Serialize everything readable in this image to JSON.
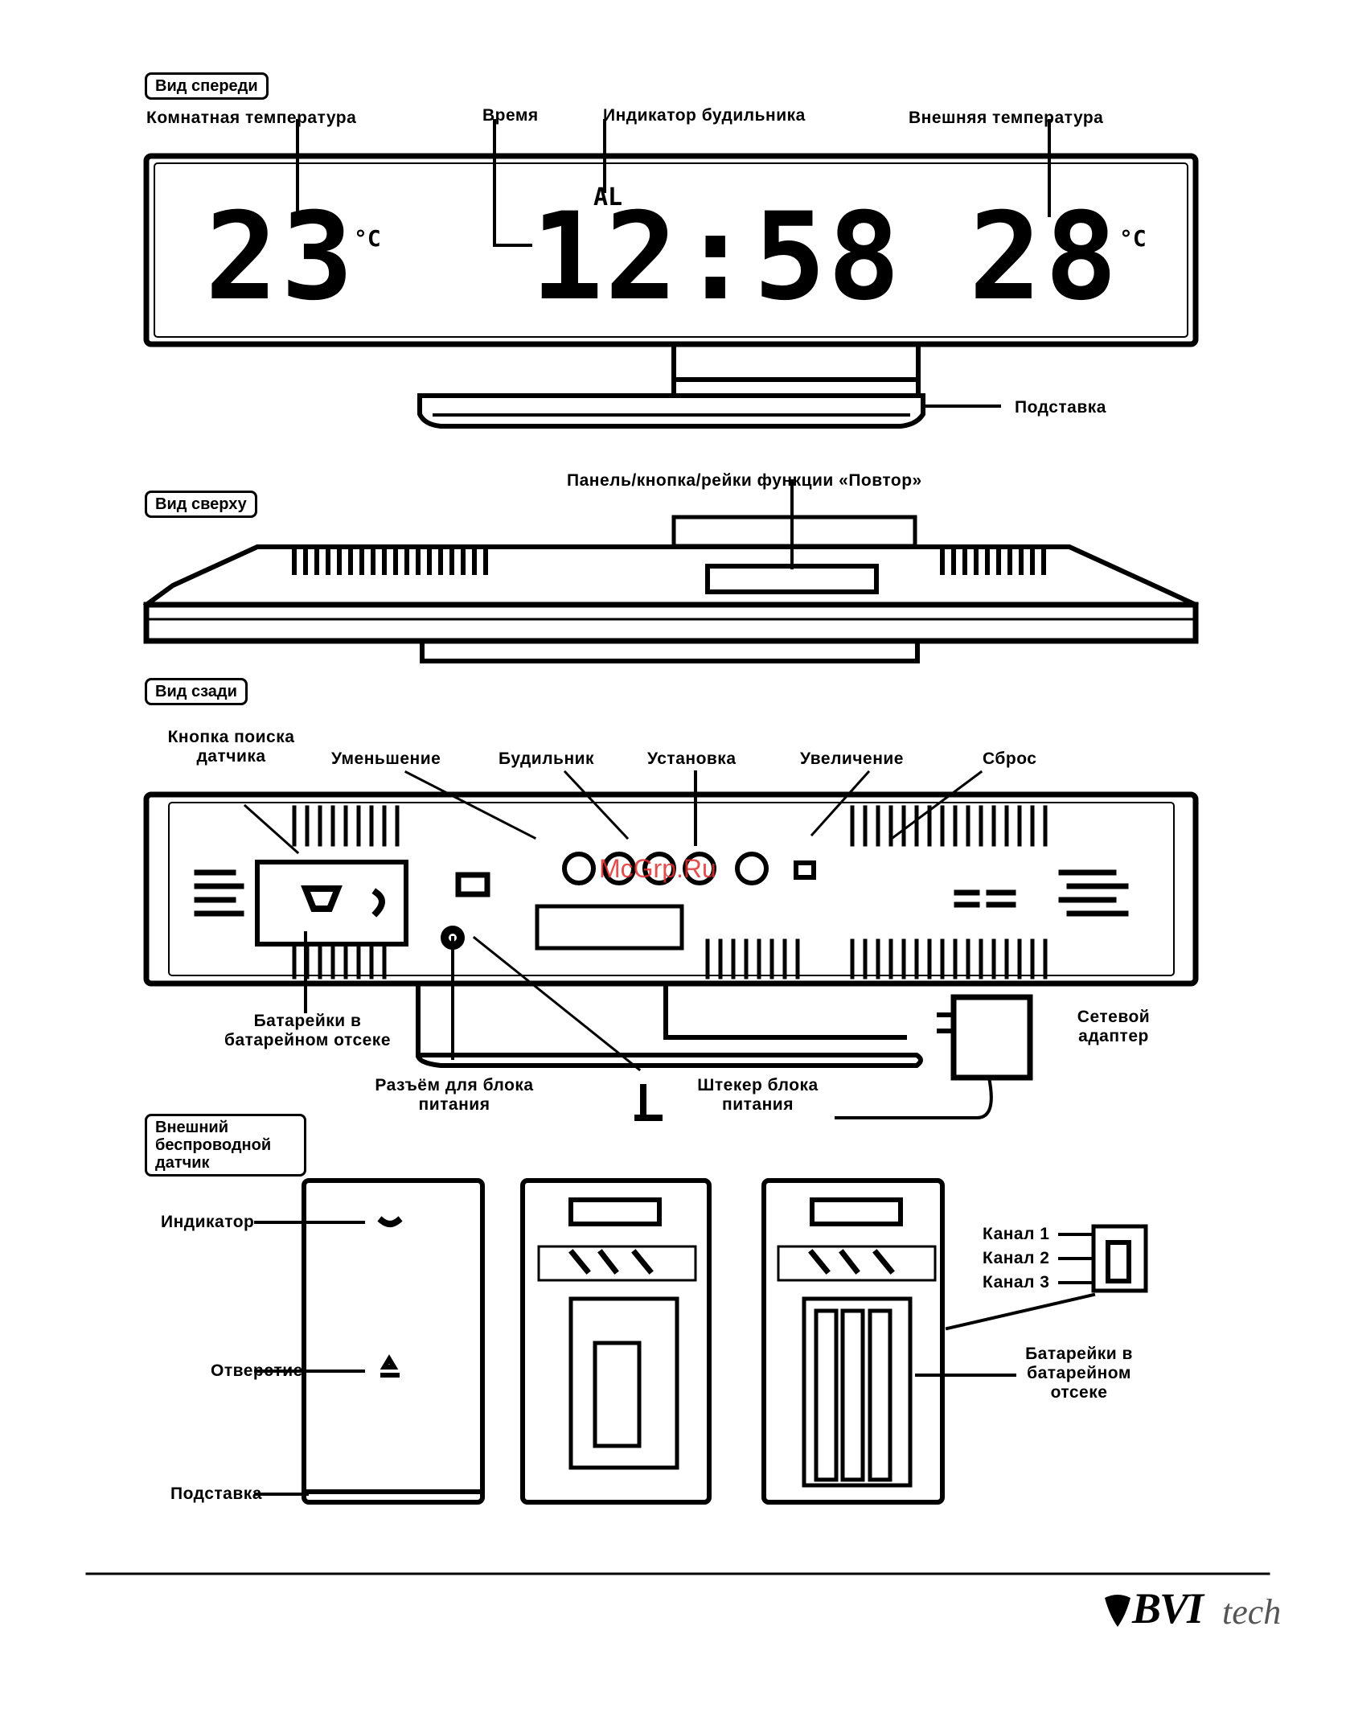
{
  "front_view": {
    "tag": "Вид спереди",
    "label_indoor": "Комнатная температура",
    "label_time": "Время",
    "label_alarm": "Индикатор будильника",
    "label_outdoor": "Внешняя температура",
    "label_stand": "Подставка",
    "indoor_temp": "23",
    "indoor_unit": "°C",
    "time_display": "12:58",
    "alarm_indicator": "AL",
    "outdoor_temp": "28",
    "outdoor_unit": "°C"
  },
  "top_view": {
    "tag": "Вид сверху",
    "label_snooze": "Панель/кнопка/рейки функции «Повтор»"
  },
  "back_view": {
    "tag": "Вид сзади",
    "label_sensor_search": "Кнопка поиска датчика",
    "label_minus": "Уменьшение",
    "label_alarm_btn": "Будильник",
    "label_settings": "Установка",
    "label_plus": "Увеличение",
    "label_reset": "Сброс",
    "label_battery": "Батарейки в батарейном отсеке",
    "label_power_socket": "Разъём для блока питания",
    "label_adapter_plug": "Штекер блока питания",
    "label_adapter": "Сетевой адаптер"
  },
  "sensor": {
    "tag": "Внешний беспроводной датчик",
    "label_indicator": "Индикатор",
    "label_hole": "Отверстие",
    "label_stand": "Подставка",
    "label_channel1": "Канал 1",
    "label_channel2": "Канал 2",
    "label_channel3": "Канал 3",
    "label_battery": "Батарейки в батарейном отсеке"
  },
  "watermark": "McGrp.Ru",
  "logo": {
    "main": "BVI",
    "sub": "tech"
  }
}
